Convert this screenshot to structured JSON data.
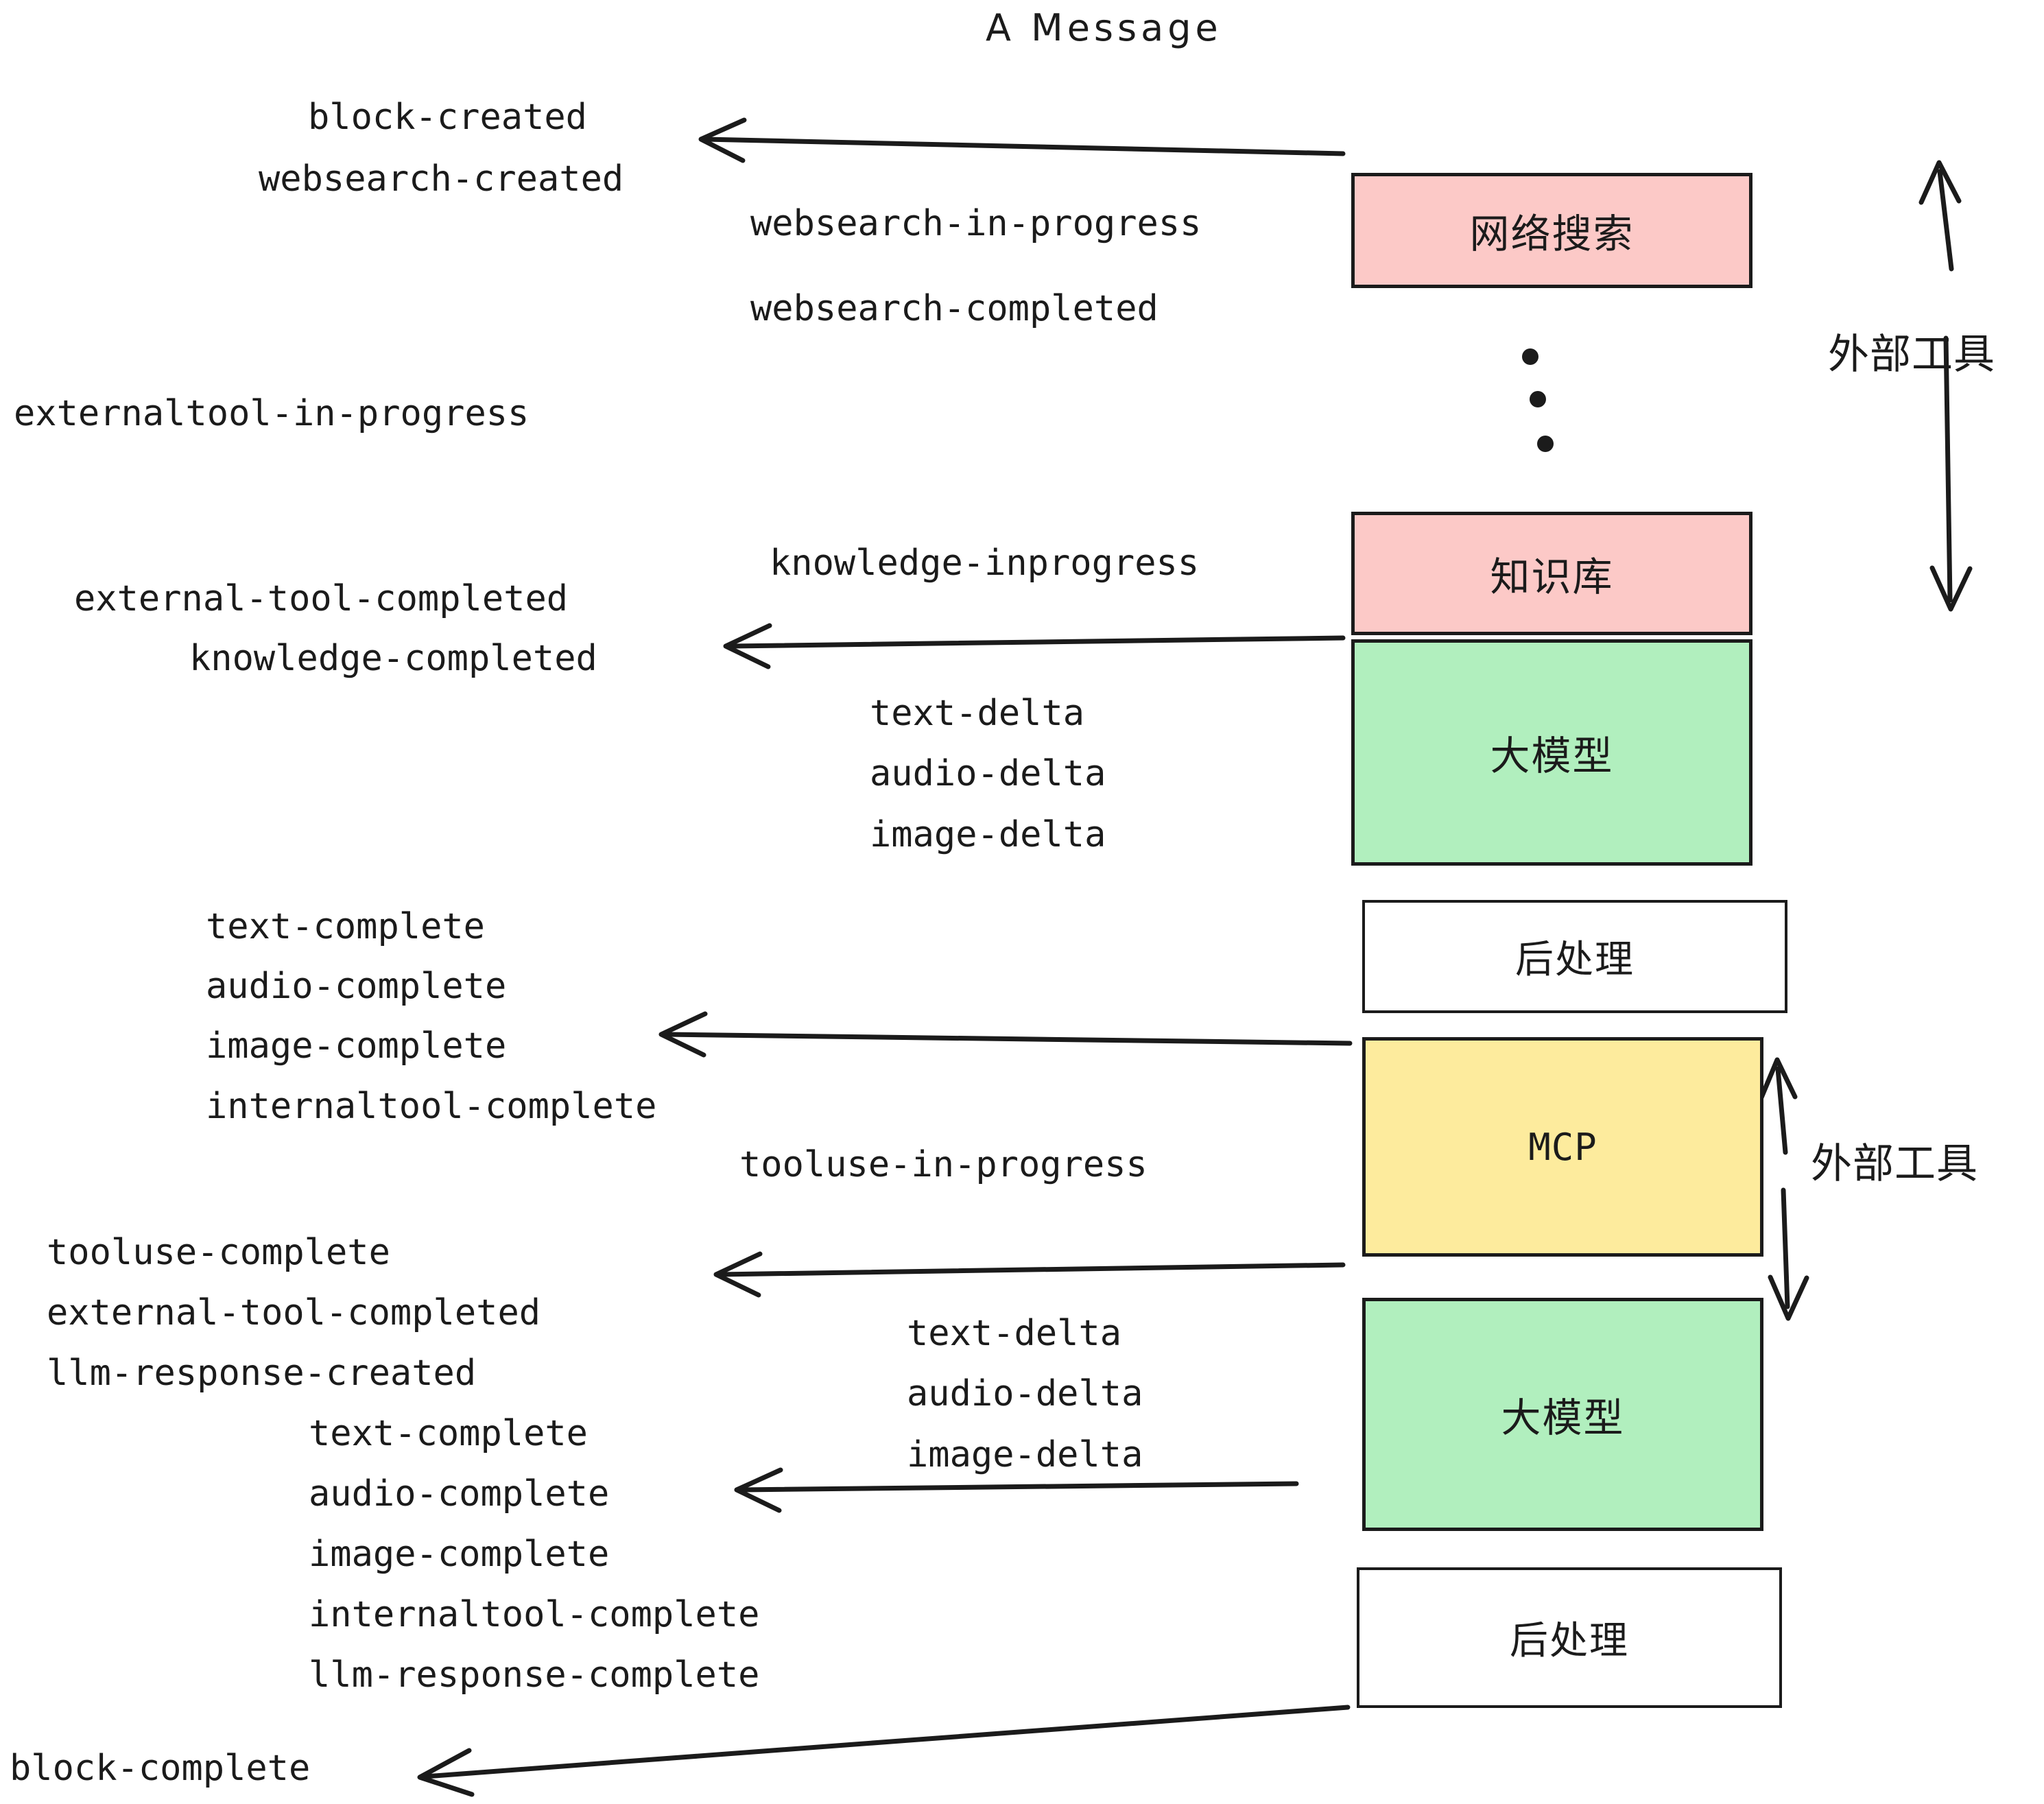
{
  "diagram": {
    "title": "A Message",
    "colors": {
      "pink": "#fcc9c7",
      "green": "#b1efbe",
      "yellow": "#fdeb9d",
      "white": "#ffffff",
      "stroke": "#1b1b1b"
    },
    "boxes": [
      {
        "id": "websearch",
        "label": "网络搜索",
        "fill": "pink"
      },
      {
        "id": "knowledge",
        "label": "知识库",
        "fill": "pink"
      },
      {
        "id": "llm1",
        "label": "大模型",
        "fill": "green"
      },
      {
        "id": "postprocess1",
        "label": "后处理",
        "fill": "white"
      },
      {
        "id": "mcp",
        "label": "MCP",
        "fill": "yellow"
      },
      {
        "id": "llm2",
        "label": "大模型",
        "fill": "green"
      },
      {
        "id": "postprocess2",
        "label": "后处理",
        "fill": "white"
      }
    ],
    "side_labels": [
      {
        "id": "external-tools-top",
        "label": "外部工具"
      },
      {
        "id": "external-tools-bottom",
        "label": "外部工具"
      }
    ],
    "events": [
      {
        "id": "block-created",
        "text": "block-created"
      },
      {
        "id": "websearch-created",
        "text": "websearch-created"
      },
      {
        "id": "websearch-in-progress",
        "text": "websearch-in-progress"
      },
      {
        "id": "websearch-completed",
        "text": "websearch-completed"
      },
      {
        "id": "externaltool-in-progress",
        "text": "externaltool-in-progress"
      },
      {
        "id": "knowledge-inprogress",
        "text": "knowledge-inprogress"
      },
      {
        "id": "external-tool-completed-1",
        "text": "external-tool-completed"
      },
      {
        "id": "knowledge-completed",
        "text": "knowledge-completed"
      },
      {
        "id": "text-delta-1",
        "text": "text-delta"
      },
      {
        "id": "audio-delta-1",
        "text": "audio-delta"
      },
      {
        "id": "image-delta-1",
        "text": "image-delta"
      },
      {
        "id": "text-complete-1",
        "text": "text-complete"
      },
      {
        "id": "audio-complete-1",
        "text": "audio-complete"
      },
      {
        "id": "image-complete-1",
        "text": "image-complete"
      },
      {
        "id": "internaltool-complete-1",
        "text": "internaltool-complete"
      },
      {
        "id": "tooluse-in-progress",
        "text": "tooluse-in-progress"
      },
      {
        "id": "tooluse-complete",
        "text": "tooluse-complete"
      },
      {
        "id": "external-tool-completed-2",
        "text": "external-tool-completed"
      },
      {
        "id": "llm-response-created",
        "text": "llm-response-created"
      },
      {
        "id": "text-delta-2",
        "text": "text-delta"
      },
      {
        "id": "audio-delta-2",
        "text": "audio-delta"
      },
      {
        "id": "image-delta-2",
        "text": "image-delta"
      },
      {
        "id": "text-complete-2",
        "text": "text-complete"
      },
      {
        "id": "audio-complete-2",
        "text": "audio-complete"
      },
      {
        "id": "image-complete-2",
        "text": "image-complete"
      },
      {
        "id": "internaltool-complete-2",
        "text": "internaltool-complete"
      },
      {
        "id": "llm-response-complete",
        "text": "llm-response-complete"
      },
      {
        "id": "block-complete",
        "text": "block-complete"
      }
    ],
    "ellipsis_dot_count": 3
  }
}
